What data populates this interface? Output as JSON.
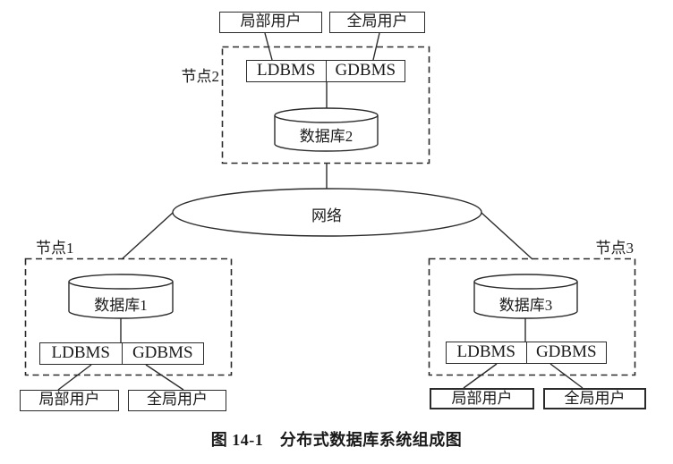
{
  "figure": {
    "caption": "图 14-1　分布式数据库系统组成图",
    "network_label": "网络",
    "nodes": [
      {
        "label": "节点2",
        "database": "数据库2",
        "ldbms": "LDBMS",
        "gdbms": "GDBMS",
        "local_user": "局部用户",
        "global_user": "全局用户"
      },
      {
        "label": "节点1",
        "database": "数据库1",
        "ldbms": "LDBMS",
        "gdbms": "GDBMS",
        "local_user": "局部用户",
        "global_user": "全局用户"
      },
      {
        "label": "节点3",
        "database": "数据库3",
        "ldbms": "LDBMS",
        "gdbms": "GDBMS",
        "local_user": "局部用户",
        "global_user": "全局用户"
      }
    ],
    "colors": {
      "line": "#2b2b2b",
      "text": "#1a1a1a",
      "background": "#ffffff"
    }
  }
}
